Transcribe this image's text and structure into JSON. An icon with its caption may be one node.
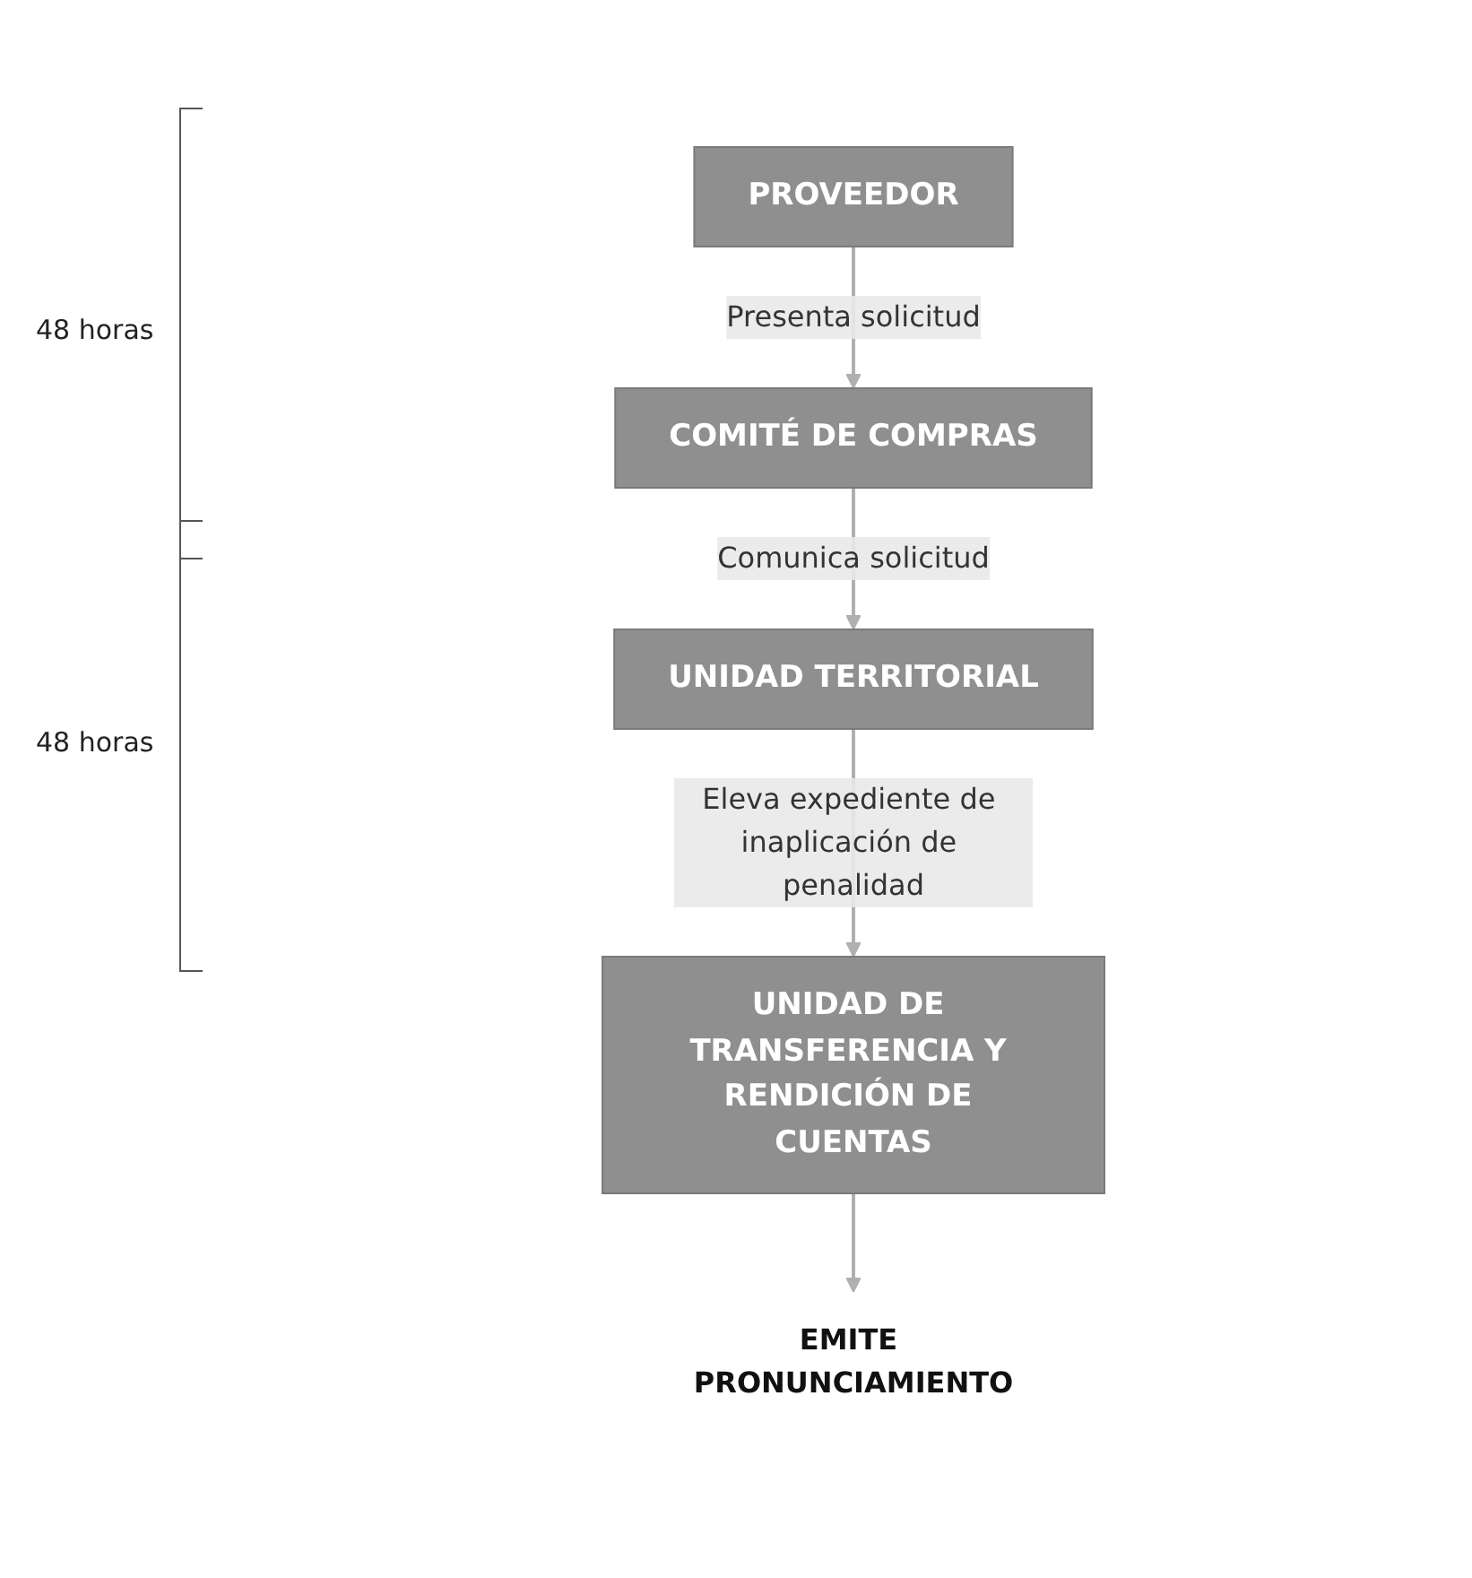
{
  "diagram": {
    "nodes": [
      {
        "text": [
          "PROVEEDOR"
        ]
      },
      {
        "text": [
          "COMITÉ DE COMPRAS"
        ]
      },
      {
        "text": [
          "UNIDAD TERRITORIAL"
        ]
      },
      {
        "text": [
          "UNIDAD DE TRANSFERENCIA Y RENDICIÓN DE CUENTAS"
        ]
      },
      {
        "text": [
          "EMITE PRONUNCIAMIENTO"
        ]
      }
    ],
    "edges": [
      {
        "from": 0,
        "to": 1,
        "arrow": "to",
        "label": "Presenta solicitud"
      },
      {
        "from": 1,
        "to": 2,
        "arrow": "to",
        "label": "Comunica solicitud"
      },
      {
        "from": 2,
        "to": 3,
        "arrow": "to",
        "label": "Eleva expediente de inaplicación de penalidad"
      },
      {
        "from": 3,
        "to": 4,
        "arrow": "to"
      }
    ],
    "labels": [
      "48 horas",
      "48 horas"
    ]
  }
}
